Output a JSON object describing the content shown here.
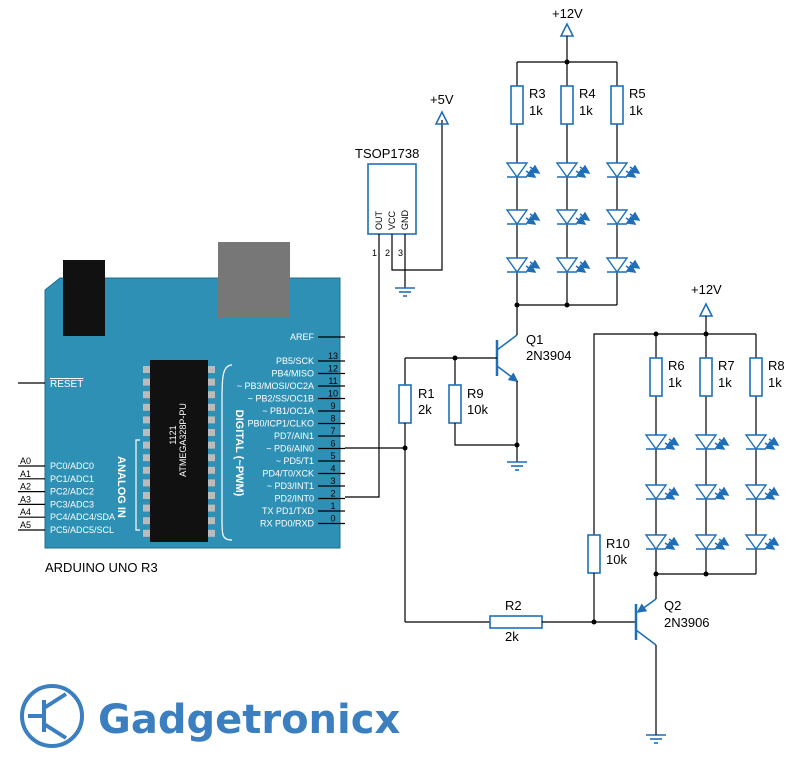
{
  "colors": {
    "board": "#2f90b5",
    "component": "#1f6fb8",
    "brand": "#3b7fc0",
    "chip": "#111111"
  },
  "supply_12v_top": "+12V",
  "supply_12v_right": "+12V",
  "supply_5v": "+5V",
  "sensor": {
    "name": "TSOP1738",
    "pins": [
      "OUT",
      "VCC",
      "GND"
    ],
    "pin_numbers": [
      "1",
      "2",
      "3"
    ]
  },
  "board_label": "ARDUINO UNO R3",
  "chip_label": "ATMEGA328P-PU",
  "chip_code": "1121",
  "reset_label": "RESET",
  "analog_label": "ANALOG IN",
  "digital_label": "DIGITAL (~PWM)",
  "aref": "AREF",
  "analog_pins": [
    {
      "ext": "A0",
      "name": "PC0/ADC0"
    },
    {
      "ext": "A1",
      "name": "PC1/ADC1"
    },
    {
      "ext": "A2",
      "name": "PC2/ADC2"
    },
    {
      "ext": "A3",
      "name": "PC3/ADC3"
    },
    {
      "ext": "A4",
      "name": "PC4/ADC4/SDA"
    },
    {
      "ext": "A5",
      "name": "PC5/ADC5/SCL"
    }
  ],
  "digital_pins": [
    {
      "name": "PB5/SCK",
      "num": "13"
    },
    {
      "name": "PB4/MISO",
      "num": "12"
    },
    {
      "name": "~ PB3/MOSI/OC2A",
      "num": "11"
    },
    {
      "name": "~ PB2/SS/OC1B",
      "num": "10"
    },
    {
      "name": "~ PB1/OC1A",
      "num": "9"
    },
    {
      "name": "PB0/ICP1/CLKO",
      "num": "8"
    },
    {
      "name": "PD7/AIN1",
      "num": "7"
    },
    {
      "name": "~ PD6/AIN0",
      "num": "6"
    },
    {
      "name": "~ PD5/T1",
      "num": "5"
    },
    {
      "name": "PD4/T0/XCK",
      "num": "4"
    },
    {
      "name": "~ PD3/INT1",
      "num": "3"
    },
    {
      "name": "PD2/INT0",
      "num": "2"
    },
    {
      "name": "TX  PD1/TXD",
      "num": "1"
    },
    {
      "name": "RX  PD0/RXD",
      "num": "0"
    }
  ],
  "resistors": {
    "r1": {
      "name": "R1",
      "value": "2k"
    },
    "r2": {
      "name": "R2",
      "value": "2k"
    },
    "r3": {
      "name": "R3",
      "value": "1k"
    },
    "r4": {
      "name": "R4",
      "value": "1k"
    },
    "r5": {
      "name": "R5",
      "value": "1k"
    },
    "r6": {
      "name": "R6",
      "value": "1k"
    },
    "r7": {
      "name": "R7",
      "value": "1k"
    },
    "r8": {
      "name": "R8",
      "value": "1k"
    },
    "r9": {
      "name": "R9",
      "value": "10k"
    },
    "r10": {
      "name": "R10",
      "value": "10k"
    }
  },
  "transistors": {
    "q1": {
      "name": "Q1",
      "type": "2N3904"
    },
    "q2": {
      "name": "Q2",
      "type": "2N3906"
    }
  },
  "brand_text": "Gadgetronicx"
}
